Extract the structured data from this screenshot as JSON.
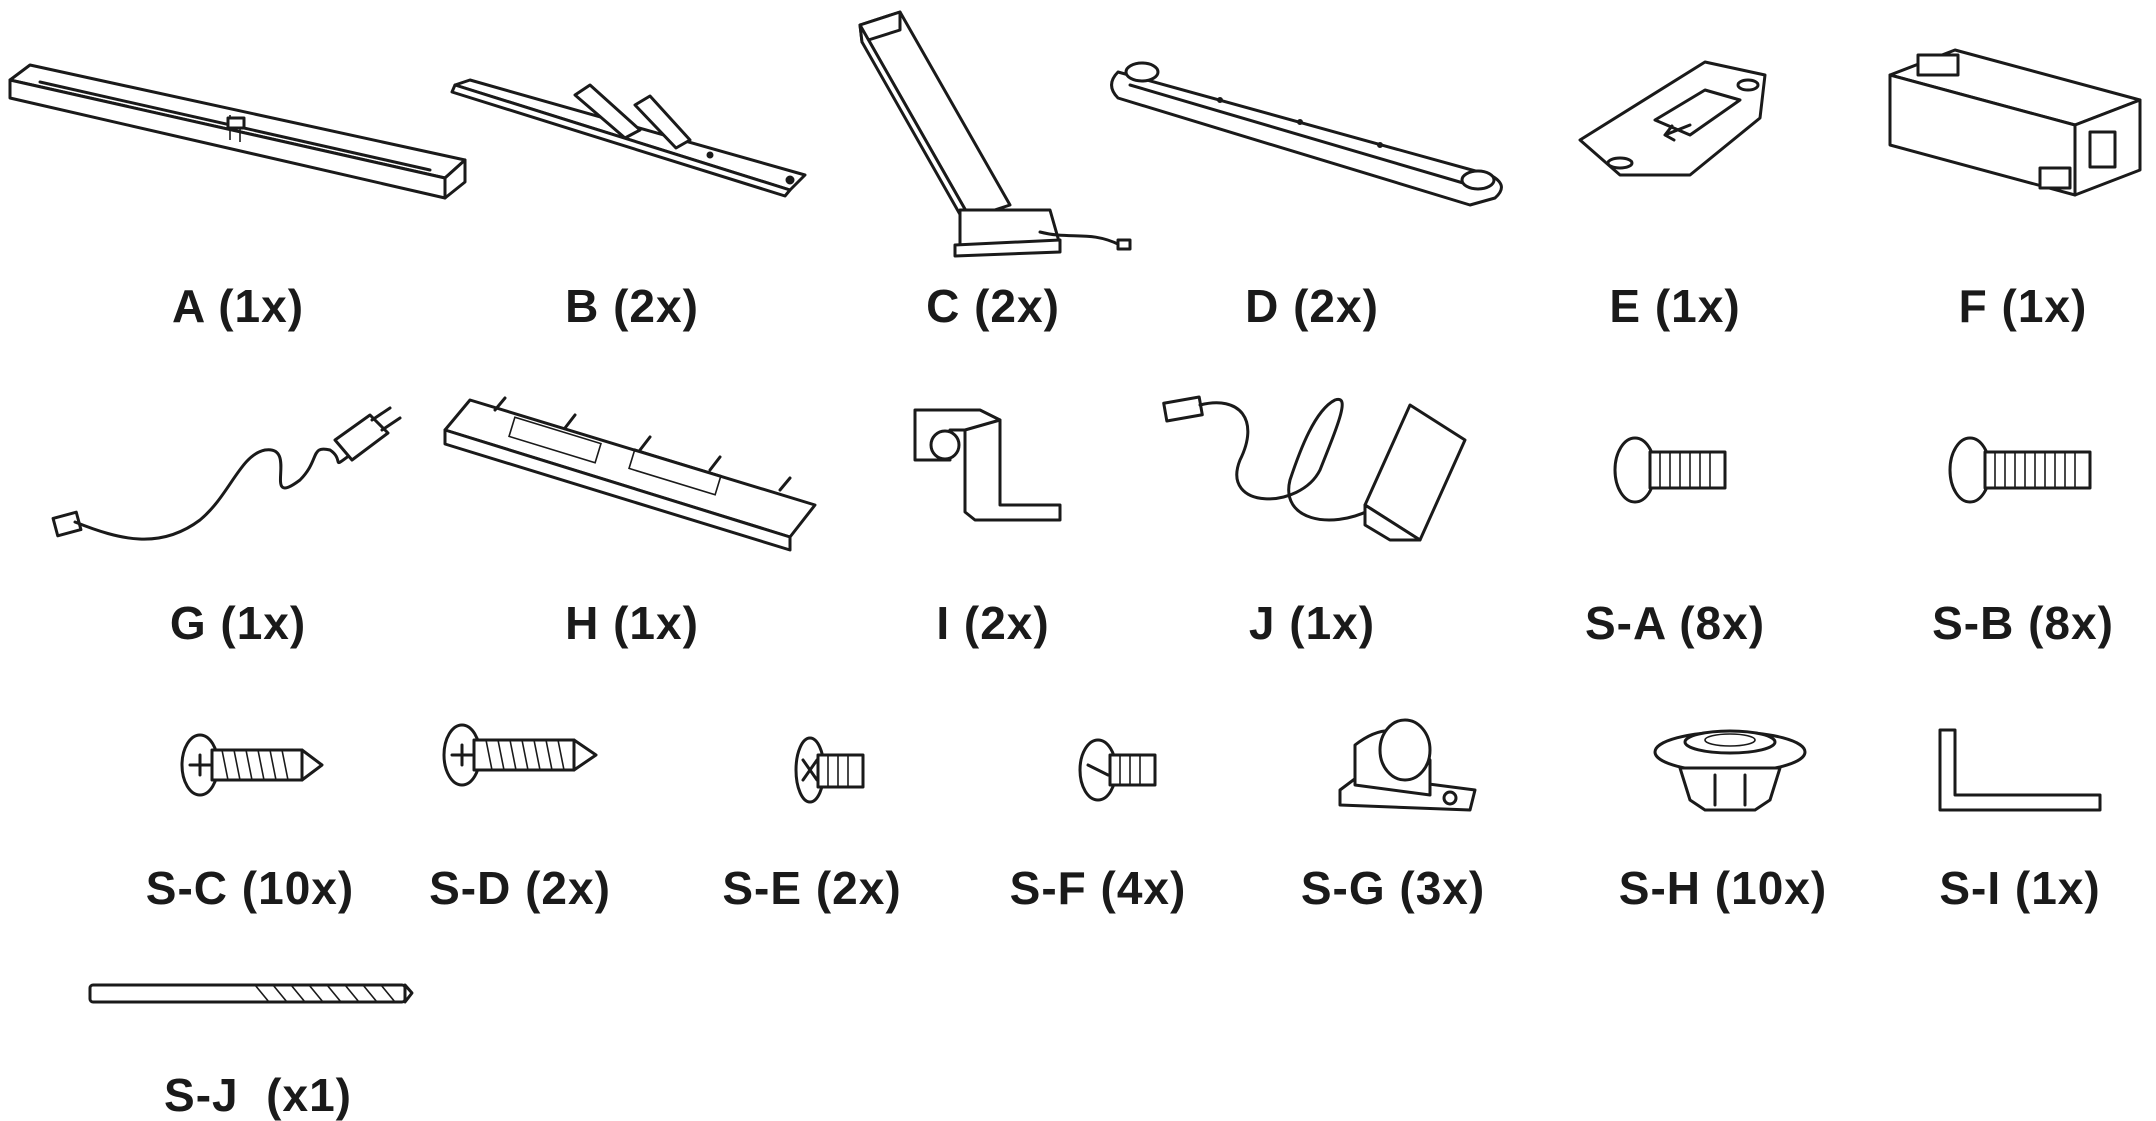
{
  "diagram": {
    "parts": [
      {
        "id": "A",
        "label": "A (1x)",
        "icon": "long-frame-beam-icon"
      },
      {
        "id": "B",
        "label": "B (2x)",
        "icon": "bracket-arm-icon"
      },
      {
        "id": "C",
        "label": "C (2x)",
        "icon": "leg-column-icon"
      },
      {
        "id": "D",
        "label": "D (2x)",
        "icon": "foot-base-icon"
      },
      {
        "id": "E",
        "label": "E (1x)",
        "icon": "mounting-plate-icon"
      },
      {
        "id": "F",
        "label": "F (1x)",
        "icon": "control-box-icon"
      },
      {
        "id": "G",
        "label": "G (1x)",
        "icon": "power-cord-icon"
      },
      {
        "id": "H",
        "label": "H (1x)",
        "icon": "cable-tray-icon"
      },
      {
        "id": "I",
        "label": "I (2x)",
        "icon": "hook-clamp-icon"
      },
      {
        "id": "J",
        "label": "J (1x)",
        "icon": "handset-controller-icon"
      },
      {
        "id": "S-A",
        "label": "S-A (8x)",
        "icon": "short-bolt-icon"
      },
      {
        "id": "S-B",
        "label": "S-B (8x)",
        "icon": "long-bolt-icon"
      },
      {
        "id": "S-C",
        "label": "S-C (10x)",
        "icon": "wood-screw-icon"
      },
      {
        "id": "S-D",
        "label": "S-D (2x)",
        "icon": "wood-screw-icon"
      },
      {
        "id": "S-E",
        "label": "S-E (2x)",
        "icon": "flat-head-screw-icon"
      },
      {
        "id": "S-F",
        "label": "S-F (4x)",
        "icon": "pan-head-screw-icon"
      },
      {
        "id": "S-G",
        "label": "S-G (3x)",
        "icon": "cable-clip-icon"
      },
      {
        "id": "S-H",
        "label": "S-H (10x)",
        "icon": "push-rivet-icon"
      },
      {
        "id": "S-I",
        "label": "S-I (1x)",
        "icon": "allen-key-icon"
      },
      {
        "id": "S-J",
        "label": "S-J  (x1)",
        "icon": "drill-bit-icon"
      }
    ]
  }
}
